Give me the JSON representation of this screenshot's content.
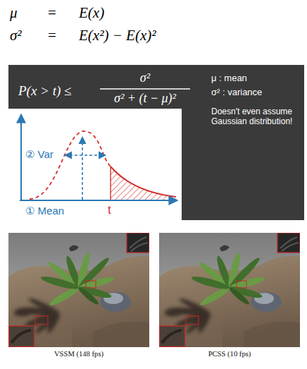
{
  "diagram": {
    "nodes": [
      {
        "text": [
          "P(x > t) ≤",
          "σ²",
          "σ² + (t − μ)²",
          "μ : mean",
          "σ² : variance",
          "Doesn't even assume Gaussian distribution!"
        ]
      },
      {
        "text": [
          "② Var",
          "① Mean",
          "t"
        ],
        "in": 0
      },
      {
        "text": [
          "VSSM (148 fps)"
        ]
      },
      {
        "text": [
          "PCSS (10 fps)"
        ]
      }
    ],
    "labels": [
      "μ",
      "=",
      "E(x)",
      "σ²",
      "=",
      "E(x²) − E(x)²"
    ]
  }
}
